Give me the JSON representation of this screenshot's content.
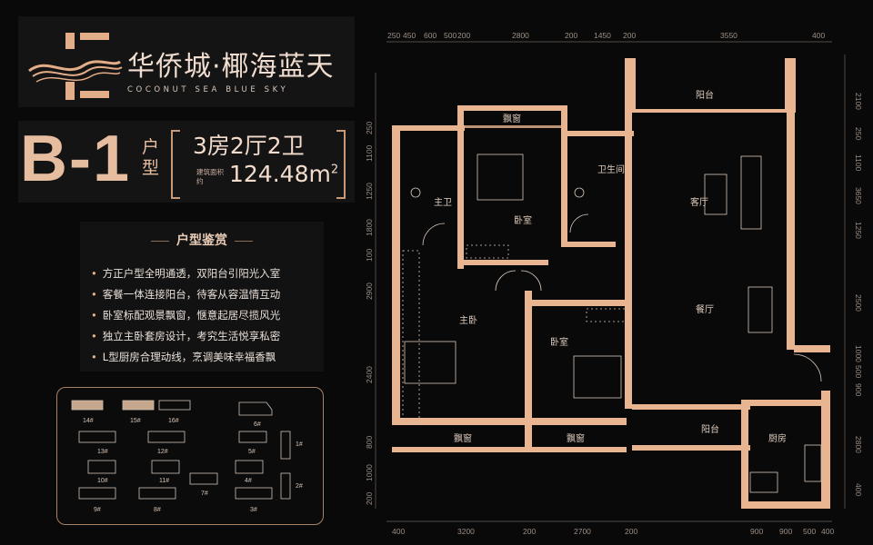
{
  "brand": {
    "name_cn": "华侨城·椰海蓝天",
    "name_en": "COCONUT SEA BLUE SKY"
  },
  "unit": {
    "code": "B-1",
    "word": "户型",
    "rooms": "3房2厅2卫",
    "area_label": "建筑面积约",
    "area_value": "124.48",
    "area_unit": "m",
    "area_unit_power": "2"
  },
  "features": {
    "title": "户型鉴赏",
    "items": [
      "方正户型全明通透，双阳台引阳光入室",
      "客餐一体连接阳台，待客从容温情互动",
      "卧室标配观景飘窗，惬意起居尽揽风光",
      "独立主卧套房设计，考究生活悦享私密",
      "L型厨房合理动线，烹调美味幸福香飘"
    ]
  },
  "site_plan": {
    "buildings": [
      "14#",
      "15#",
      "16#",
      "13#",
      "12#",
      "6#",
      "5#",
      "1#",
      "10#",
      "11#",
      "4#",
      "7#",
      "2#",
      "9#",
      "8#",
      "3#"
    ]
  },
  "floorplan": {
    "rooms": {
      "balcony_top": "阳台",
      "bay_window_top": "飘窗",
      "bedroom_north": "卧室",
      "master_bath": "主卫",
      "bathroom": "卫生间",
      "living_room": "客厅",
      "master_bedroom": "主卧",
      "bedroom_south": "卧室",
      "dining_room": "餐厅",
      "bay_window_sw": "飘窗",
      "bay_window_s": "飘窗",
      "balcony_bottom": "阳台",
      "kitchen": "厨房"
    },
    "dims_top": [
      "250",
      "450",
      "600",
      "500",
      "200",
      "2800",
      "200",
      "1450",
      "200",
      "3550",
      "400"
    ],
    "dims_right": [
      "2100",
      "250",
      "1100",
      "3650",
      "1250",
      "2500",
      "1000",
      "500",
      "900",
      "2800",
      "400"
    ],
    "dims_left": [
      "250",
      "1100",
      "1250",
      "1800",
      "100",
      "2900",
      "2400",
      "800",
      "1000",
      "200"
    ],
    "dims_bottom": [
      "400",
      "3200",
      "200",
      "2700",
      "200",
      "900",
      "900",
      "500",
      "400"
    ]
  },
  "colors": {
    "accent": "#e2b38c",
    "wall": "#e8b590",
    "background": "#090909"
  }
}
